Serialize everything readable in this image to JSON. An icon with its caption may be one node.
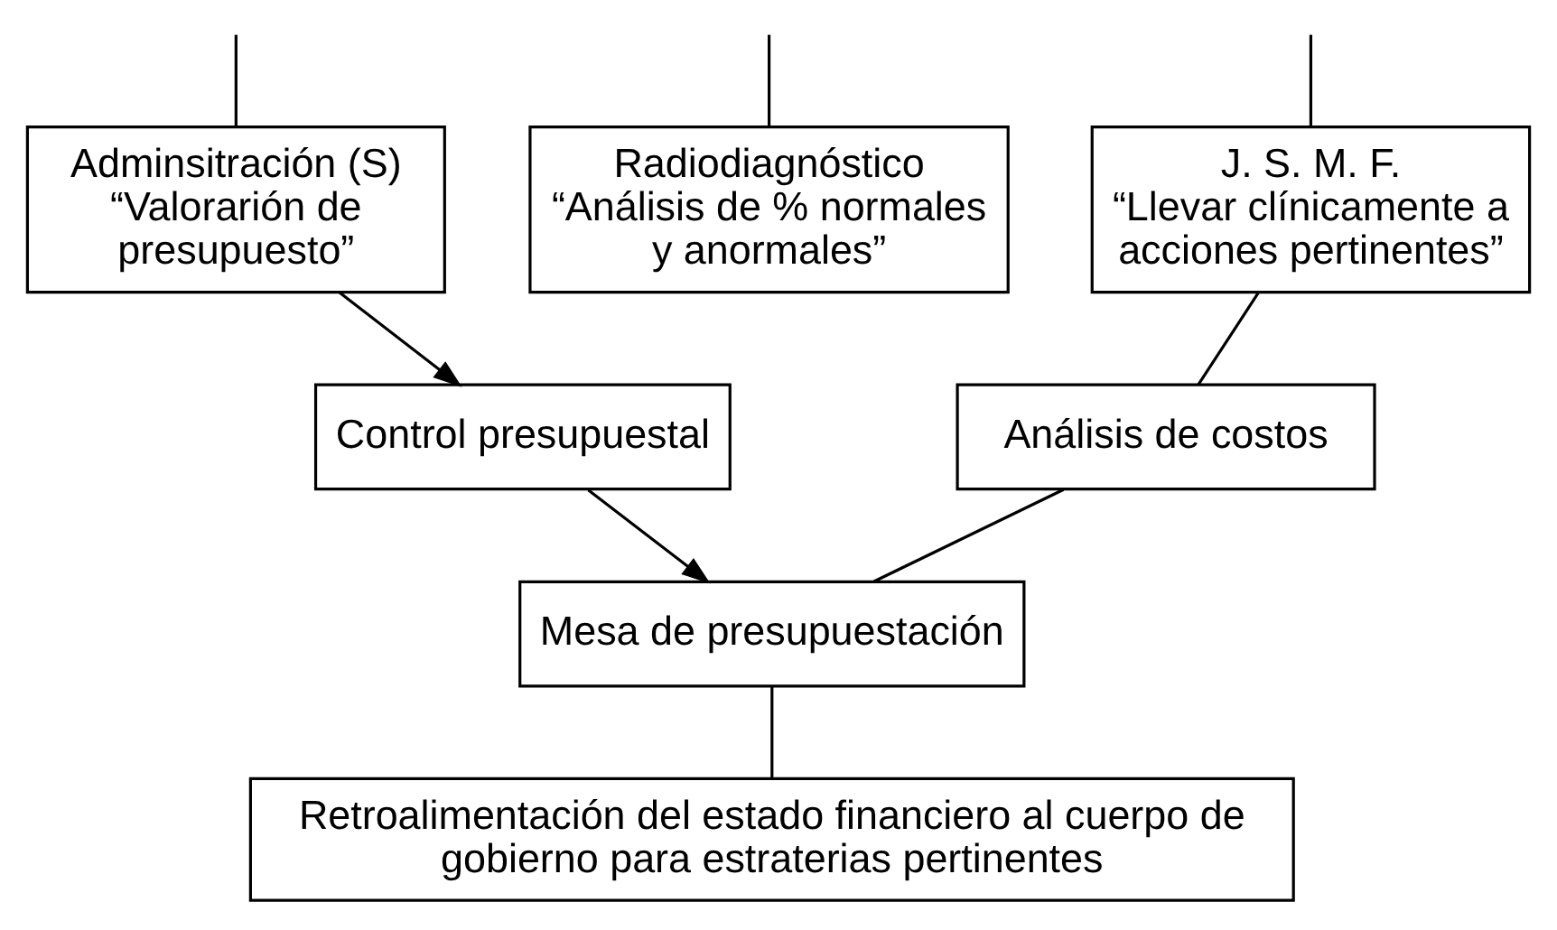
{
  "diagram": {
    "nodes": [
      {
        "text": [
          "Adminsitración (S)",
          "“Valorarión de presupuesto”"
        ]
      },
      {
        "text": [
          "Radiodiagnóstico",
          "“Análisis de % normales y anormales”"
        ]
      },
      {
        "text": [
          "J. S. M. F.",
          "“Llevar clínicamente a acciones pertinentes”"
        ]
      },
      {
        "text": [
          "Control presupuestal"
        ]
      },
      {
        "text": [
          "Análisis de costos"
        ]
      },
      {
        "text": [
          "Mesa de presupuestación"
        ]
      },
      {
        "text": [
          "Retroalimentación del estado financiero al cuerpo de gobierno para estraterias pertinentes"
        ]
      }
    ],
    "edges": [
      {
        "from": null,
        "to": 0,
        "arrow": "none"
      },
      {
        "from": null,
        "to": 1,
        "arrow": "none"
      },
      {
        "from": null,
        "to": 2,
        "arrow": "none"
      },
      {
        "from": 0,
        "to": 3,
        "arrow": "to"
      },
      {
        "from": 2,
        "to": 4,
        "arrow": "none"
      },
      {
        "from": 3,
        "to": 5,
        "arrow": "to"
      },
      {
        "from": 4,
        "to": 5,
        "arrow": "none"
      },
      {
        "from": 5,
        "to": 6,
        "arrow": "none"
      }
    ]
  }
}
